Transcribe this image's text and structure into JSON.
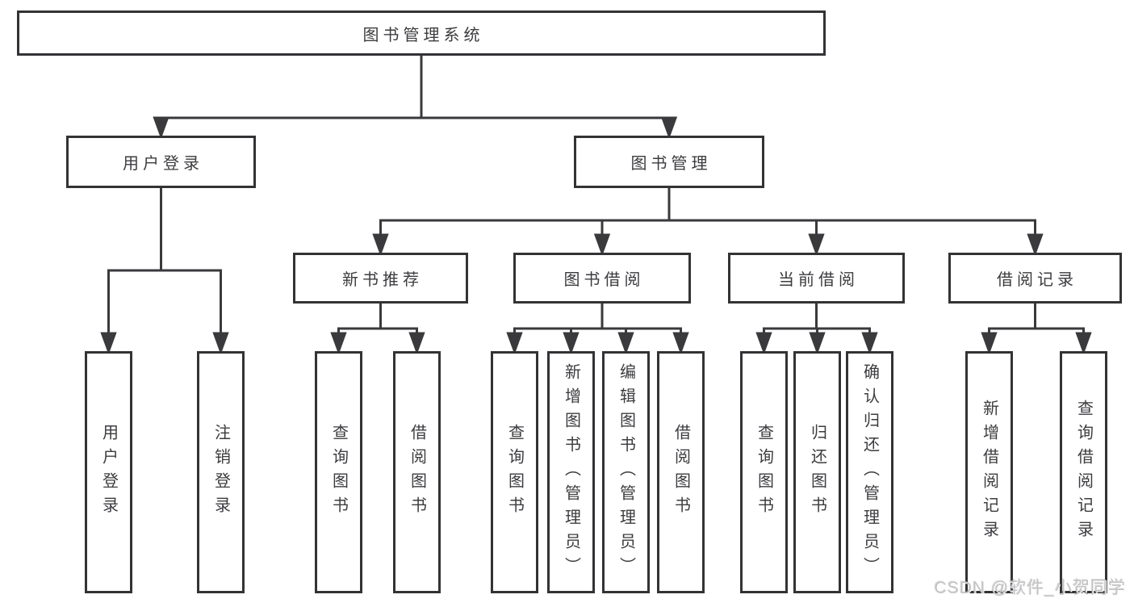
{
  "tree": {
    "root_label": "图书管理系统",
    "user_login": {
      "label": "用户登录",
      "children": [
        "用户登录",
        "注销登录"
      ]
    },
    "book_management": {
      "label": "图书管理",
      "groups": [
        {
          "label": "新书推荐",
          "children": [
            "查询图书",
            "借阅图书"
          ]
        },
        {
          "label": "图书借阅",
          "children": [
            "查询图书",
            "新增图书（管理员）",
            "编辑图书（管理员）",
            "借阅图书"
          ]
        },
        {
          "label": "当前借阅",
          "children": [
            "查询图书",
            "归还图书",
            "确认归还（管理员）"
          ]
        },
        {
          "label": "借阅记录",
          "children": [
            "新增借阅记录",
            "查询借阅记录"
          ]
        }
      ]
    },
    "colors": {
      "box_border": "#333336",
      "line": "#3a3a3d",
      "text": "#3c3c40",
      "watermark": "#c3c3c5"
    }
  },
  "watermark": {
    "text": "CSDN @软件_小贺同学"
  }
}
